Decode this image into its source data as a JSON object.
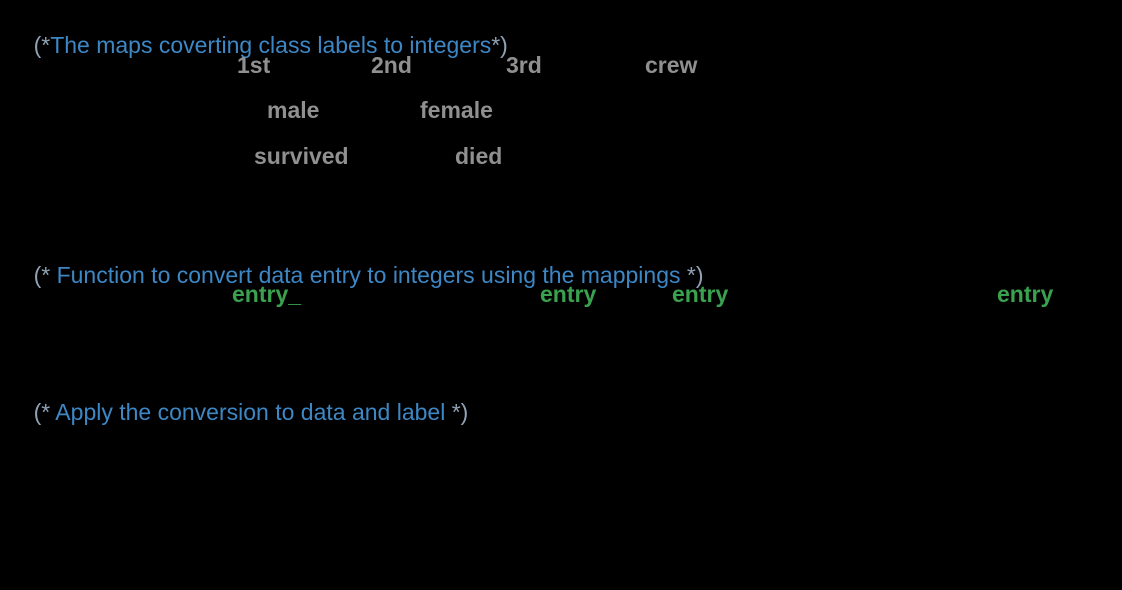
{
  "colors": {
    "background": "#000000",
    "comment": "#3d87c5",
    "comment_delim": "#8fa2b5",
    "string": "#909090",
    "pattern": "#3aa14f"
  },
  "code": {
    "comment1": {
      "open": "(*",
      "body": "The maps coverting class labels to integers",
      "close": "*)"
    },
    "class_labels": [
      "1st",
      "2nd",
      "3rd",
      "crew"
    ],
    "sex_labels": [
      "male",
      "female"
    ],
    "outcome_labels": [
      "survived",
      "died"
    ],
    "comment2": {
      "open": "(*",
      "body": " Function to convert data entry to integers using the mappings ",
      "close": "*)"
    },
    "pattern_tokens": [
      "entry_",
      "entry",
      "entry",
      "entry"
    ],
    "comment3": {
      "open": "(*",
      "body": " Apply the conversion to data and label ",
      "close": "*)"
    }
  }
}
